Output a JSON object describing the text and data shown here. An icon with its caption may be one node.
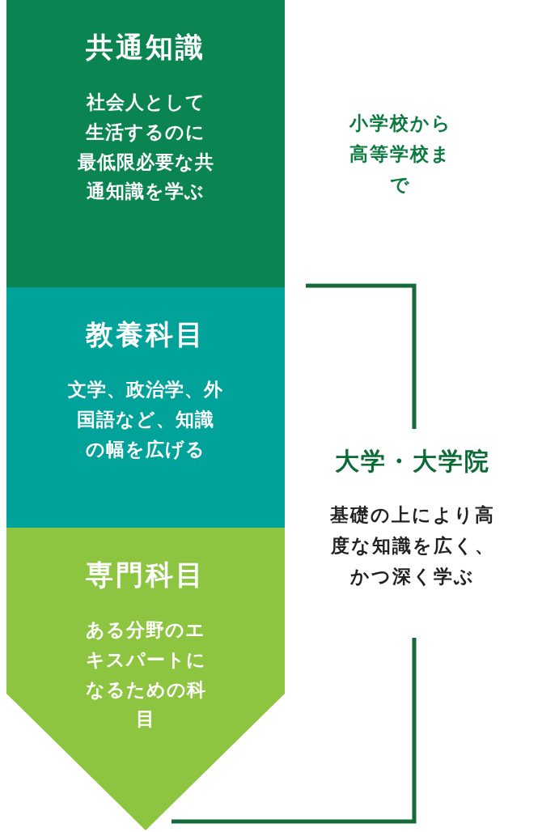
{
  "diagram": {
    "nodes": [
      {
        "text": [
          "共通知識",
          "社会人として生活するのに最低限必要な共通知識を学ぶ"
        ]
      },
      {
        "text": [
          "教養科目",
          "文学、政治学、外国語など、知識の幅を広げる"
        ]
      },
      {
        "text": [
          "専門科目",
          "ある分野のエキスパートになるための科目"
        ]
      }
    ],
    "edges": [],
    "labels": [
      "小学校から高等学校まで",
      "大学・大学院",
      "基礎の上により高度な知識を広く、かつ深く学ぶ"
    ]
  }
}
